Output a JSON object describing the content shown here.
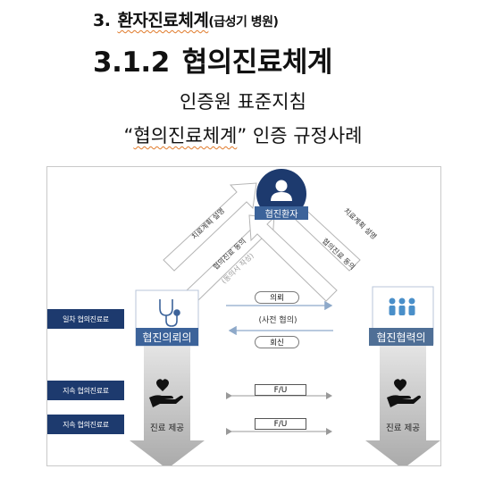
{
  "header": {
    "section_number": "3.",
    "section_title": "환자진료체계",
    "section_subtitle": "(급성기 병원)",
    "title_number": "3.1.2",
    "title_text": "협의진료체계",
    "org_line": "인증원 표준지침",
    "case_line_quote_open": "“",
    "case_line_main": "협의진료체계",
    "case_line_rest": "” 인증 규정사례"
  },
  "diagram": {
    "patient_label": "협진환자",
    "requester_label": "협진의뢰의",
    "consultant_label": "협진협력의",
    "left_arrow_outer": "치료계획 설명",
    "left_arrow_inner": "협의진료 동의",
    "left_arrow_note": "(동의서 작성)",
    "right_arrow_outer": "치료계획 설명",
    "right_arrow_inner": "협의진료 동의",
    "request_label": "의뢰",
    "pre_consult_label": "(사전 협의)",
    "reply_label": "회신",
    "first_level_label": "일차 협의진료료",
    "ongoing_label_1": "지속 협의진료료",
    "ongoing_label_2": "지속 협의진료료",
    "fu_label_1": "F/U",
    "fu_label_2": "F/U",
    "care_left": "진료 제공",
    "care_right": "진료 제공"
  },
  "colors": {
    "navy": "#1d3a6e",
    "box_blue": "#3c639a",
    "arrow_gray": "#c2c2c2",
    "line_blue": "#8ea9c9",
    "accent_underline": "#e07a2a"
  },
  "icons": {
    "patient": "person-icon",
    "requester": "stethoscope-icon",
    "consultant": "people-group-icon",
    "care": "hand-heart-icon"
  }
}
